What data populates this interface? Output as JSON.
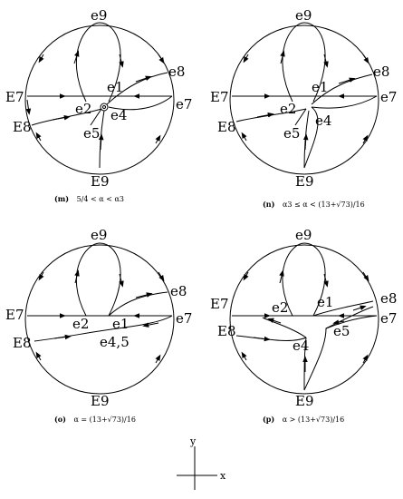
{
  "panels": [
    {
      "id": "m",
      "caption_tag": "(m)",
      "caption_text": "5/4 < α < α3",
      "labels": {
        "top": "e9",
        "bottom": "E9",
        "left": "E7",
        "left_low": "E8",
        "right": "e7",
        "right_up": "e8",
        "e1": "e1",
        "e2": "e2",
        "e4": "e4",
        "e5": "e5"
      }
    },
    {
      "id": "n",
      "caption_tag": "(n)",
      "caption_text": "α3 ≤ α < (13+√73)/16",
      "labels": {
        "top": "e9",
        "bottom": "E9",
        "left": "E7",
        "left_low": "E8",
        "right": "e7",
        "right_up": "e8",
        "e1": "e1",
        "e2": "e2",
        "e4": "e4",
        "e5": "e5"
      }
    },
    {
      "id": "o",
      "caption_tag": "(o)",
      "caption_text": "α = (13+√73)/16",
      "labels": {
        "top": "e9",
        "bottom": "E9",
        "left": "E7",
        "left_low": "E8",
        "right": "e7",
        "right_up": "e8",
        "e1": "e1",
        "e2": "e2",
        "e45": "e4,5"
      }
    },
    {
      "id": "p",
      "caption_tag": "(p)",
      "caption_text": "α > (13+√73)/16",
      "labels": {
        "top": "e9",
        "bottom": "E9",
        "left": "E7",
        "left_low": "E8",
        "right": "e7",
        "right_up": "e8",
        "e1": "e1",
        "e2": "e2",
        "e4": "e4",
        "e5": "e5"
      }
    }
  ],
  "axes": {
    "x_label": "x",
    "y_label": "y"
  }
}
